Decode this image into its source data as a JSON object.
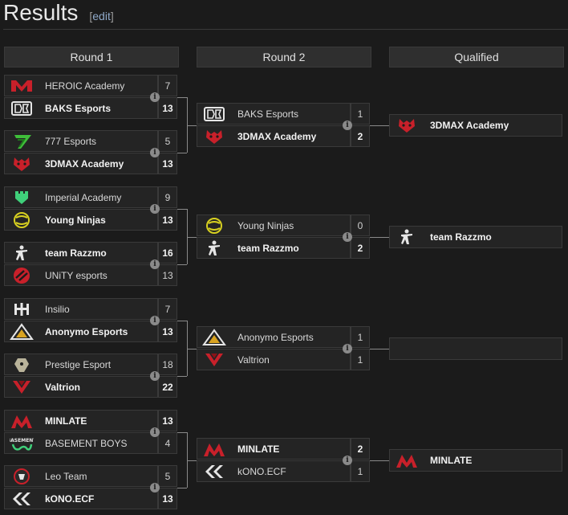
{
  "page": {
    "title": "Results",
    "edit_label": "edit"
  },
  "columns": [
    "Round 1",
    "Round 2",
    "Qualified"
  ],
  "round1": [
    {
      "team1": "HEROIC Academy",
      "logo1": "heroic-icon",
      "score1": "7",
      "team2": "BAKS Esports",
      "logo2": "baks-icon",
      "score2": "13",
      "winner": 2
    },
    {
      "team1": "777 Esports",
      "logo1": "seven-icon",
      "score1": "5",
      "team2": "3DMAX Academy",
      "logo2": "3dmax-icon",
      "score2": "13",
      "winner": 2
    },
    {
      "team1": "Imperial Academy",
      "logo1": "imperial-icon",
      "score1": "9",
      "team2": "Young Ninjas",
      "logo2": "ninjas-icon",
      "score2": "13",
      "winner": 2
    },
    {
      "team1": "team Razzmo",
      "logo1": "razzmo-icon",
      "score1": "16",
      "team2": "UNiTY esports",
      "logo2": "unity-icon",
      "score2": "13",
      "winner": 1
    },
    {
      "team1": "Insilio",
      "logo1": "insilio-icon",
      "score1": "7",
      "team2": "Anonymo Esports",
      "logo2": "anonymo-icon",
      "score2": "13",
      "winner": 2
    },
    {
      "team1": "Prestige Esport",
      "logo1": "prestige-icon",
      "score1": "18",
      "team2": "Valtrion",
      "logo2": "valtrion-icon",
      "score2": "22",
      "winner": 2
    },
    {
      "team1": "MINLATE",
      "logo1": "minlate-icon",
      "score1": "13",
      "team2": "BASEMENT BOYS",
      "logo2": "basement-icon",
      "score2": "4",
      "winner": 1
    },
    {
      "team1": "Leo Team",
      "logo1": "leo-icon",
      "score1": "5",
      "team2": "kONO.ECF",
      "logo2": "kono-icon",
      "score2": "13",
      "winner": 2
    }
  ],
  "round2": [
    {
      "team1": "BAKS Esports",
      "logo1": "baks-icon",
      "score1": "1",
      "team2": "3DMAX Academy",
      "logo2": "3dmax-icon",
      "score2": "2",
      "winner": 2
    },
    {
      "team1": "Young Ninjas",
      "logo1": "ninjas-icon",
      "score1": "0",
      "team2": "team Razzmo",
      "logo2": "razzmo-icon",
      "score2": "2",
      "winner": 2
    },
    {
      "team1": "Anonymo Esports",
      "logo1": "anonymo-icon",
      "score1": "1",
      "team2": "Valtrion",
      "logo2": "valtrion-icon",
      "score2": "1",
      "winner": 0
    },
    {
      "team1": "MINLATE",
      "logo1": "minlate-icon",
      "score1": "2",
      "team2": "kONO.ECF",
      "logo2": "kono-icon",
      "score2": "1",
      "winner": 1
    }
  ],
  "qualified": [
    {
      "team": "3DMAX Academy",
      "logo": "3dmax-icon"
    },
    {
      "team": "team Razzmo",
      "logo": "razzmo-icon"
    },
    {
      "team": "",
      "logo": ""
    },
    {
      "team": "MINLATE",
      "logo": "minlate-icon"
    }
  ],
  "colors": {
    "background": "#1b1b1b",
    "panel": "#242424",
    "border": "#3a3a3a",
    "header": "#2f2f2f",
    "red": "#c8202a",
    "green": "#3fd07a",
    "yellow": "#d7d020"
  }
}
